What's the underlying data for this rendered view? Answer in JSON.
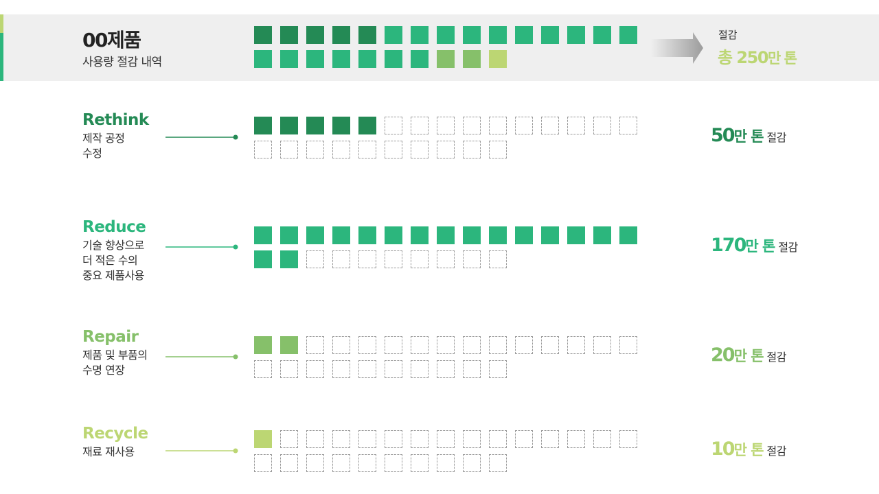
{
  "colors": {
    "dark_green": "#248a55",
    "mid_green": "#2cb67d",
    "olive_green": "#86c06a",
    "light_green": "#bcd673",
    "empty_outline": "#9a9a9a",
    "band_bg": "#efefef"
  },
  "header": {
    "title": "00제품",
    "subtitle": "사용량 절감 내역",
    "total_label": "절감",
    "total_value": "총 250",
    "total_unit": "만 톤",
    "arrow_icon": "arrow-right-icon"
  },
  "chart_data": {
    "type": "waffle",
    "cells_per_block": 25,
    "cell_value_unit": "10만 톤",
    "total": {
      "value": 250,
      "segments": [
        {
          "category": "Rethink",
          "cells": 5,
          "color": "#248a55"
        },
        {
          "category": "Reduce",
          "cells": 17,
          "color": "#2cb67d"
        },
        {
          "category": "Repair",
          "cells": 2,
          "color": "#86c06a"
        },
        {
          "category": "Recycle",
          "cells": 1,
          "color": "#bcd673"
        }
      ]
    },
    "categories": [
      {
        "name": "Rethink",
        "desc_lines": [
          "제작 공정",
          "수정"
        ],
        "value": 50,
        "filled": 5,
        "color": "#248a55",
        "amount": "50",
        "unit": "만 톤",
        "suffix": "절감"
      },
      {
        "name": "Reduce",
        "desc_lines": [
          "기술 향상으로",
          "더 적은 수의",
          "중요 제품사용"
        ],
        "value": 170,
        "filled": 17,
        "color": "#2cb67d",
        "amount": "170",
        "unit": "만 톤",
        "suffix": "절감"
      },
      {
        "name": "Repair",
        "desc_lines": [
          "제품 및 부품의",
          "수명 연장"
        ],
        "value": 20,
        "filled": 2,
        "color": "#86c06a",
        "amount": "20",
        "unit": "만 톤",
        "suffix": "절감"
      },
      {
        "name": "Recycle",
        "desc_lines": [
          "재료  재사용"
        ],
        "value": 10,
        "filled": 1,
        "color": "#bcd673",
        "amount": "10",
        "unit": "만 톤",
        "suffix": "절감"
      }
    ]
  }
}
